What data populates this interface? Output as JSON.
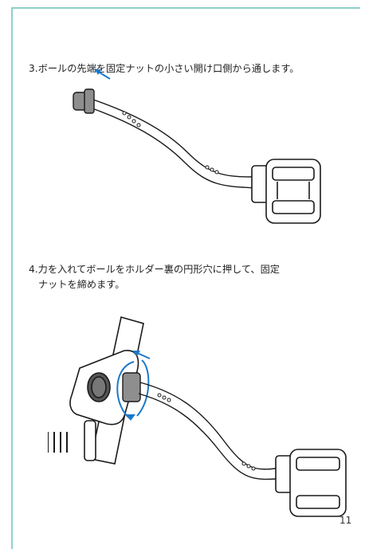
{
  "steps": [
    {
      "number": "3.",
      "text": "ボールの先端を固定ナットの小さい開け口側から通します。"
    },
    {
      "number": "4.",
      "text_line1": "力を入れてボールをホルダー裏の円形穴に押して、固定",
      "text_line2": "ナットを締めます。"
    }
  ],
  "page_number": "11",
  "colors": {
    "border": "#8fd0cb",
    "arrow": "#1b78c9",
    "line": "#1a1a1a",
    "nut": "#8e8e8e"
  },
  "icons": [
    "arrow-icon",
    "rotation-arrow-icon"
  ]
}
